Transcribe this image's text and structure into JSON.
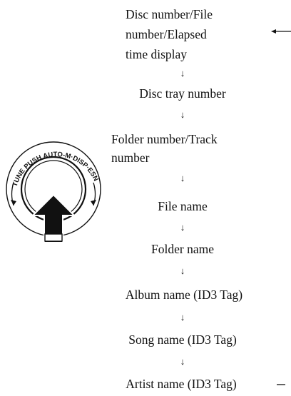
{
  "steps": [
    {
      "label": "Disc number/File\nnumber/Elapsed\ntime display"
    },
    {
      "label": "Disc tray number"
    },
    {
      "label": "Folder number/Track\nnumber"
    },
    {
      "label": "File name"
    },
    {
      "label": "Folder name"
    },
    {
      "label": "Album name (ID3 Tag)"
    },
    {
      "label": "Song name (ID3 Tag)"
    },
    {
      "label": "Artist name (ID3 Tag)"
    }
  ],
  "flow_arrow_glyph": "↓",
  "knob": {
    "ring_text_left": "TUNE",
    "ring_text_push": "PUSH",
    "ring_text_top": "AUTO-M·DISP·ESN",
    "icon": "push-arrow-icon"
  }
}
